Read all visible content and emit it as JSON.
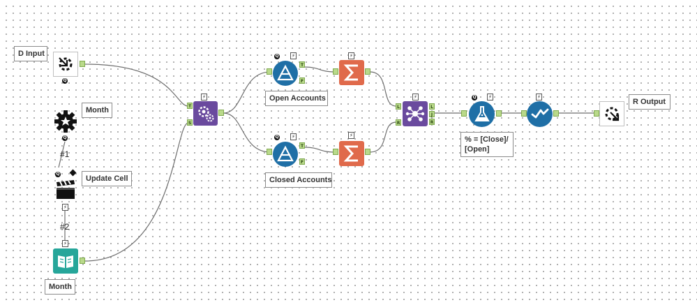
{
  "labels": {
    "input": "D Input",
    "month_top": "Month",
    "update_cell": "Update Cell",
    "month_bottom": "Month",
    "open_accounts": "Open Accounts",
    "closed_accounts": "Closed Accounts",
    "formula": "% = [Close]/ [Open]",
    "output": "R Output"
  },
  "connection_labels": {
    "c1": "#1",
    "c2": "#2"
  },
  "ports": {
    "true": "T",
    "false": "F",
    "source": "S",
    "left": "L",
    "join": "J",
    "right": "R"
  },
  "icons": {
    "input": "macro-input-icon",
    "control_param": "gear-icon",
    "action": "clapperboard-icon",
    "text_input": "book-icon",
    "batch_macro": "gears-icon",
    "filter": "filter-icon",
    "summarize": "sigma-icon",
    "join": "join-icon",
    "formula": "flask-icon",
    "select": "checkmark-icon",
    "output": "macro-output-icon"
  },
  "colors": {
    "blue": "#1f6fa6",
    "purple": "#6a4a9e",
    "orange": "#e06a4b",
    "teal": "#26a69a",
    "port": "#b9d98a"
  }
}
